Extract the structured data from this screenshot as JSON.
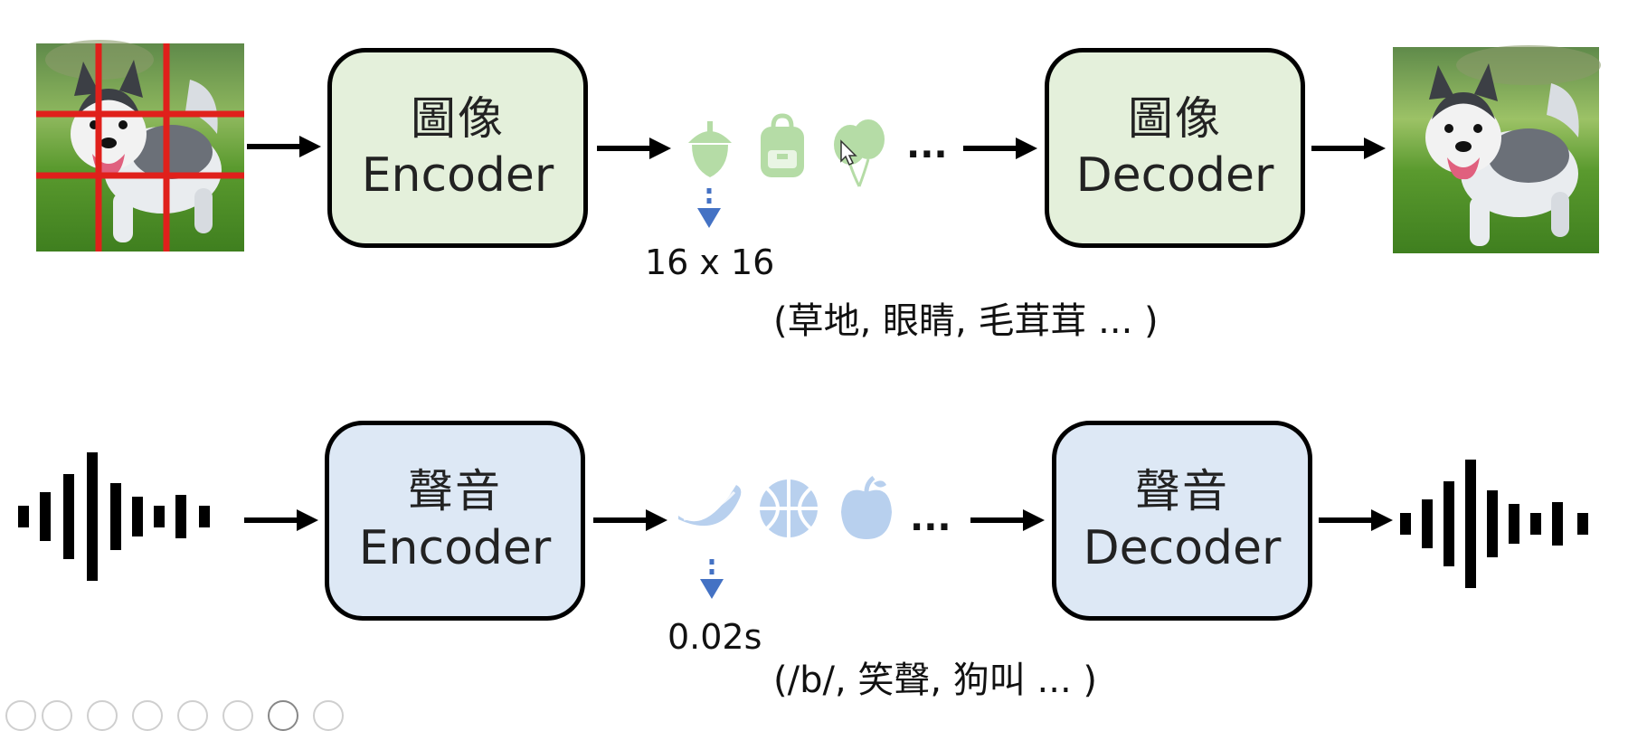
{
  "image_row": {
    "encoder": {
      "line1": "圖像",
      "line2": "Encoder"
    },
    "decoder": {
      "line1": "圖像",
      "line2": "Decoder"
    },
    "token_icons": [
      "acorn-icon",
      "backpack-icon",
      "balloons-icon"
    ],
    "ellipsis": "...",
    "patch_size": "16 x 16",
    "examples": "(草地, 眼睛, 毛茸茸 ... )"
  },
  "audio_row": {
    "encoder": {
      "line1": "聲音",
      "line2": "Encoder"
    },
    "decoder": {
      "line1": "聲音",
      "line2": "Decoder"
    },
    "token_icons": [
      "banana-icon",
      "basketball-icon",
      "apple-icon"
    ],
    "ellipsis": "...",
    "frame_size": "0.02s",
    "examples": "(/b/, 笑聲, 狗叫 ... )"
  },
  "colors": {
    "image_box": "#e4f0db",
    "audio_box": "#dde8f5",
    "green_icon": "#b5dca6",
    "blue_icon": "#b8d0ee",
    "grid_line": "#e0201b",
    "down_arrow": "#4472c4"
  }
}
